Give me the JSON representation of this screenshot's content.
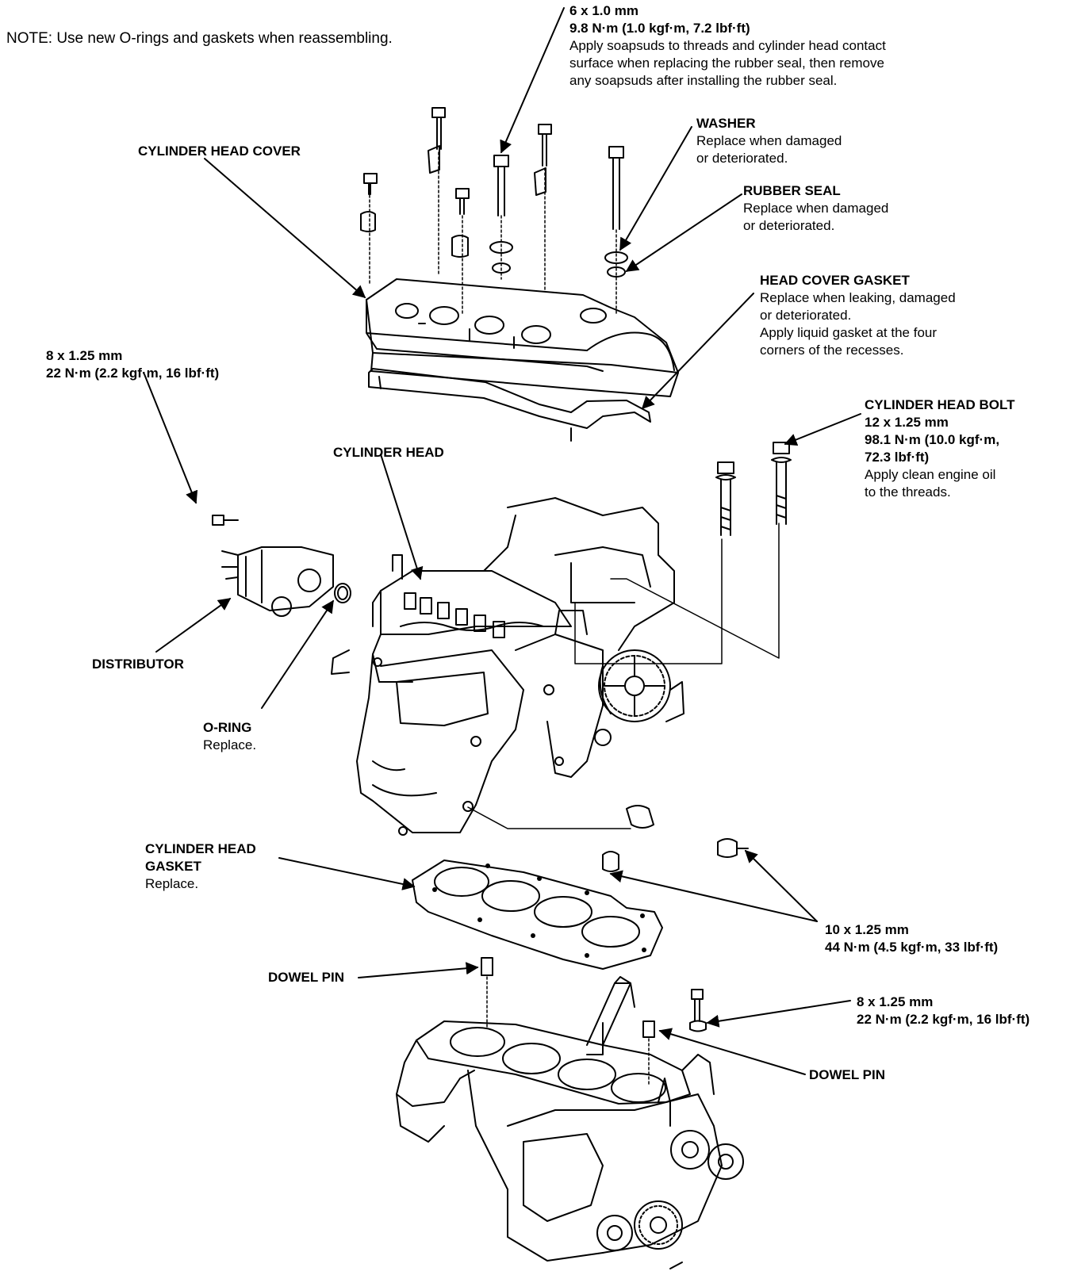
{
  "note": "NOTE:  Use new O-rings and gaskets when reassembling.",
  "labels": {
    "bolt_6x1": {
      "spec": "6 x 1.0 mm",
      "torque": "9.8 N·m (1.0 kgf·m, 7.2 lbf·ft)",
      "desc": [
        "Apply soapsuds to threads and cylinder head contact",
        "surface when replacing the rubber seal, then remove",
        "any soapsuds after installing the rubber seal."
      ]
    },
    "cylinder_head_cover": "CYLINDER HEAD COVER",
    "washer": {
      "title": "WASHER",
      "desc": [
        "Replace when damaged",
        "or deteriorated."
      ]
    },
    "rubber_seal": {
      "title": "RUBBER SEAL",
      "desc": [
        "Replace when damaged",
        "or deteriorated."
      ]
    },
    "head_cover_gasket": {
      "title": "HEAD COVER GASKET",
      "desc": [
        "Replace when leaking, damaged",
        "or deteriorated.",
        "Apply liquid gasket at the four",
        "corners of the recesses."
      ]
    },
    "bolt_8x125_top": {
      "spec": "8 x 1.25 mm",
      "torque": "22 N·m (2.2 kgf·m, 16 lbf·ft)"
    },
    "cylinder_head_bolt": {
      "title": "CYLINDER HEAD BOLT",
      "spec": "12 x 1.25 mm",
      "torque1": "98.1 N·m (10.0 kgf·m,",
      "torque2": "72.3 lbf·ft)",
      "desc": [
        "Apply clean engine oil",
        "to the threads."
      ]
    },
    "cylinder_head": "CYLINDER HEAD",
    "distributor": "DISTRIBUTOR",
    "o_ring": {
      "title": "O-RING",
      "desc": "Replace."
    },
    "cylinder_head_gasket": {
      "title1": "CYLINDER HEAD",
      "title2": "GASKET",
      "desc": "Replace."
    },
    "bolt_10x125": {
      "spec": "10 x 1.25 mm",
      "torque": "44 N·m (4.5 kgf·m, 33 lbf·ft)"
    },
    "dowel_pin_left": "DOWEL PIN",
    "bolt_8x125_bottom": {
      "spec": "8 x 1.25 mm",
      "torque": "22 N·m (2.2 kgf·m, 16 lbf·ft)"
    },
    "dowel_pin_right": "DOWEL PIN"
  }
}
